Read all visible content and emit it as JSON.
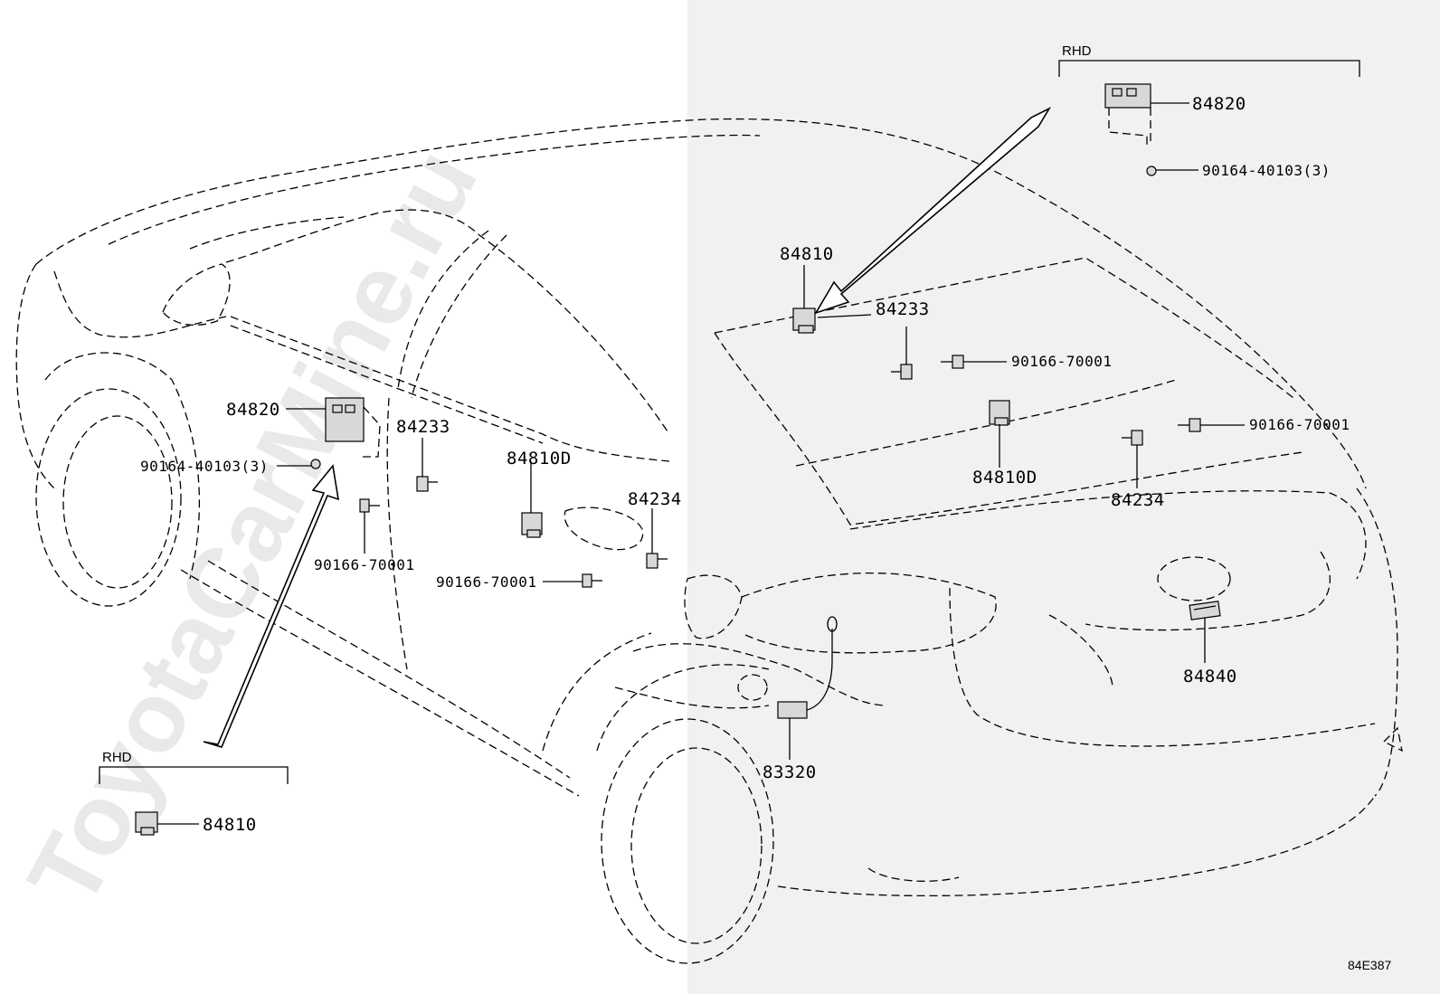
{
  "diagram": {
    "drawing_code": "84E387",
    "watermark": "ToyotaCarMine.ru",
    "region_labels": {
      "rhd_top": "RHD",
      "rhd_bottom": "RHD"
    },
    "callouts": {
      "c84820_left": "84820",
      "c90164_left": "90164-40103(3)",
      "c84233_left": "84233",
      "c90166_left": "90166-70001",
      "c84810d_left": "84810D",
      "c84234_left": "84234",
      "c90166_mid": "90166-70001",
      "c84810_rhd_bottom": "84810",
      "c84820_rhd_top": "84820",
      "c90164_rhd_top": "90164-40103(3)",
      "c84810_right": "84810",
      "c84233_right": "84233",
      "c90166_right_top": "90166-70001",
      "c84810d_right": "84810D",
      "c90166_right_mid": "90166-70001",
      "c84234_right": "84234",
      "c84840": "84840",
      "c83320": "83320"
    }
  }
}
